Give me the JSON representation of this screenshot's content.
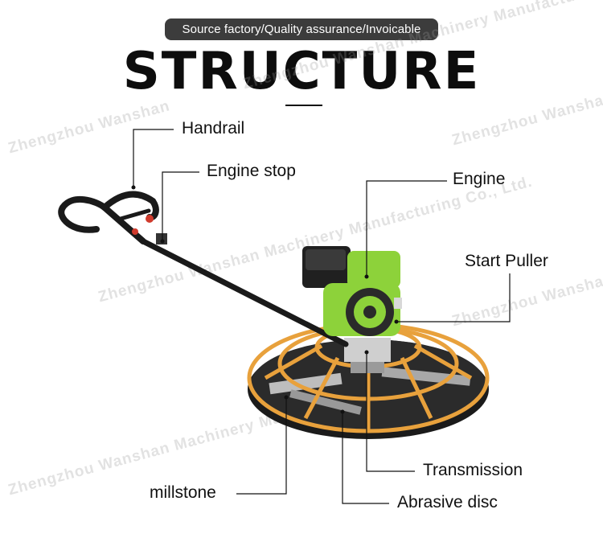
{
  "header": {
    "tagline": "Source factory/Quality assurance/Invoicable",
    "title": "STRUCTURE"
  },
  "watermarks": [
    "Zhengzhou Wanshan Machinery Manufacturing Co., Ltd.",
    "Zhengzhou Wanshan",
    "Zhengzhou Wanshan Machinery Manufacturing Co., Ltd.",
    "Zhengzhou Wanshan",
    "Zhengzhou Wanshan Machinery Manufacturing Co., Ltd.",
    "Zhengzhou Wanshan"
  ],
  "labels": {
    "handrail": "Handrail",
    "engine_stop": "Engine stop",
    "engine": "Engine",
    "start_puller": "Start Puller",
    "transmission": "Transmission",
    "millstone": "millstone",
    "abrasive_disc": "Abrasive disc"
  },
  "colors": {
    "engine_green": "#8dd23a",
    "frame_orange": "#e8a13c",
    "disc_black": "#1b1b1b"
  }
}
